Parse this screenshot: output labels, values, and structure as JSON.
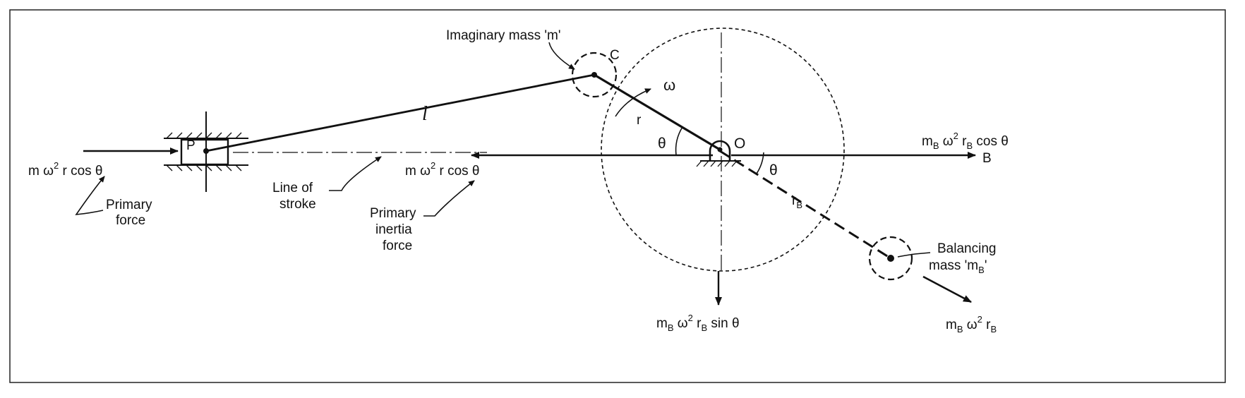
{
  "labels": {
    "imaginary_mass": "Imaginary mass 'm'",
    "point_c": "C",
    "omega": "ω",
    "link_l": "l",
    "crank_r": "r",
    "theta_upper": "θ",
    "theta_lower": "θ",
    "point_o": "O",
    "point_p": "P",
    "point_b": "B",
    "radius_rb": {
      "main": "r",
      "sub": "B"
    },
    "primary_force": {
      "line1": "Primary",
      "line2": "force"
    },
    "line_of_stroke": {
      "line1": "Line of",
      "line2": "stroke"
    },
    "primary_inertia": {
      "line1": "Primary",
      "line2": "inertia",
      "line3": "force"
    },
    "balancing_mass": {
      "line1": "Balancing",
      "line2": "mass 'm",
      "sub": "B",
      "close": "'"
    }
  },
  "expressions": {
    "left_force": {
      "a": "m ω",
      "sup": "2",
      "b": " r cos θ"
    },
    "inertia_force": {
      "a": "m ω",
      "sup": "2",
      "b": " r cos θ"
    },
    "horizontal_balance": {
      "a": "m",
      "sub1": "B",
      "b": " ω",
      "sup": "2",
      "c": " r",
      "sub2": "B",
      "d": " cos θ"
    },
    "vertical_balance": {
      "a": "m",
      "sub1": "B",
      "b": " ω",
      "sup": "2",
      "c": " r",
      "sub2": "B",
      "d": " sin θ"
    },
    "centrifugal_balance": {
      "a": "m",
      "sub1": "B",
      "b": " ω",
      "sup": "2",
      "c": " r",
      "sub2": "B"
    }
  }
}
